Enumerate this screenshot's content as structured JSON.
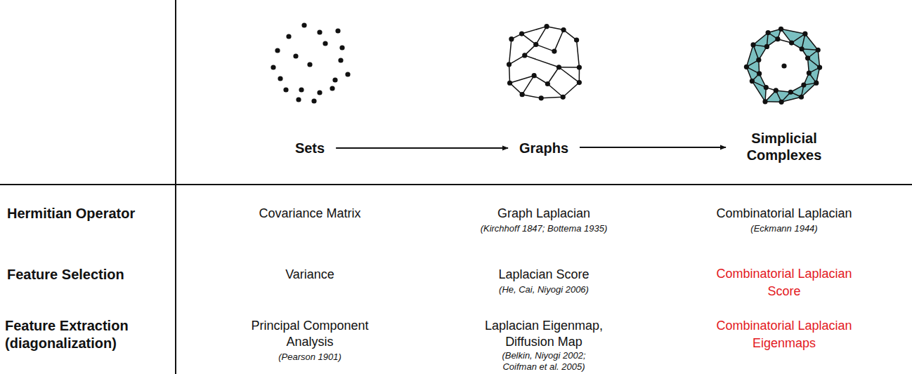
{
  "diagram": {
    "nodes": [
      {
        "text": [
          "Sets"
        ]
      },
      {
        "text": [
          "Graphs"
        ]
      },
      {
        "text": [
          "Simplicial Complexes"
        ]
      }
    ],
    "edges": [
      {
        "from": 0,
        "to": 1,
        "arrow": "to"
      },
      {
        "from": 1,
        "to": 2,
        "arrow": "to"
      }
    ],
    "labels": [
      "Hermitian Operator",
      "Covariance Matrix",
      "Graph Laplacian",
      "(Kirchhoff 1847; Bottema 1935)",
      "Combinatorial Laplacian",
      "(Eckmann 1944)",
      "Feature Selection",
      "Variance",
      "Laplacian Score",
      "(He, Cai, Niyogi 2006)",
      "Combinatorial Laplacian Score",
      "Feature Extraction (diagonalization)",
      "Principal Component Analysis",
      "(Pearson 1901)",
      "Laplacian Eigenmap, Diffusion Map",
      "(Belkin, Niyogi 2002; Coifman et al. 2005)",
      "Combinatorial Laplacian Eigenmaps"
    ]
  }
}
